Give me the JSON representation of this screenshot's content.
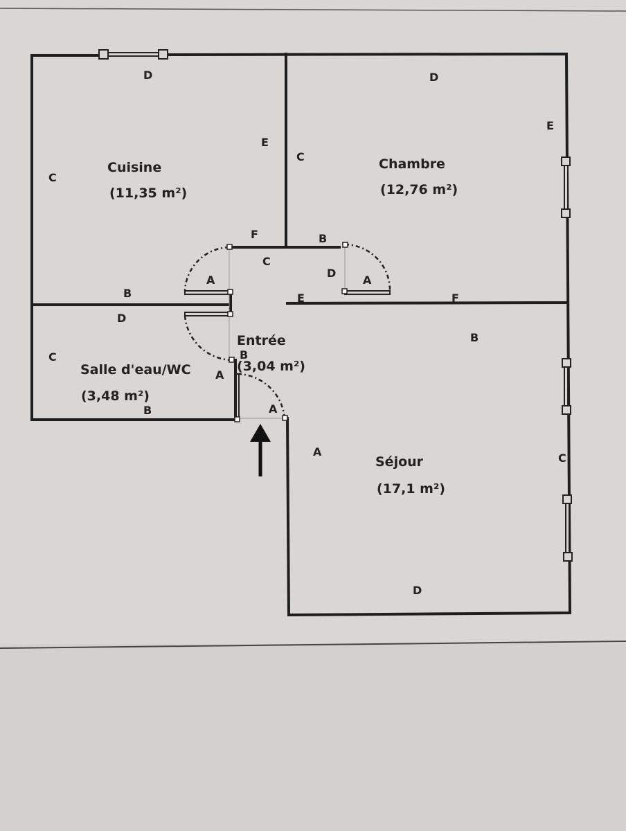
{
  "rooms": {
    "cuisine": {
      "name": "Cuisine",
      "area": "(11,35 m²)"
    },
    "chambre": {
      "name": "Chambre",
      "area": "(12,76 m²)"
    },
    "entree": {
      "name": "Entrée",
      "area": "(3,04 m²)"
    },
    "salle_eau": {
      "name": "Salle d'eau/WC",
      "area": "(3,48 m²)"
    },
    "sejour": {
      "name": "Séjour",
      "area": "(17,1 m²)"
    }
  },
  "wall_labels": [
    "D",
    "D",
    "E",
    "E",
    "C",
    "C",
    "F",
    "B",
    "C",
    "A",
    "D",
    "A",
    "B",
    "E",
    "F",
    "D",
    "B",
    "C",
    "A",
    "B",
    "B",
    "A",
    "A",
    "C",
    "D"
  ]
}
